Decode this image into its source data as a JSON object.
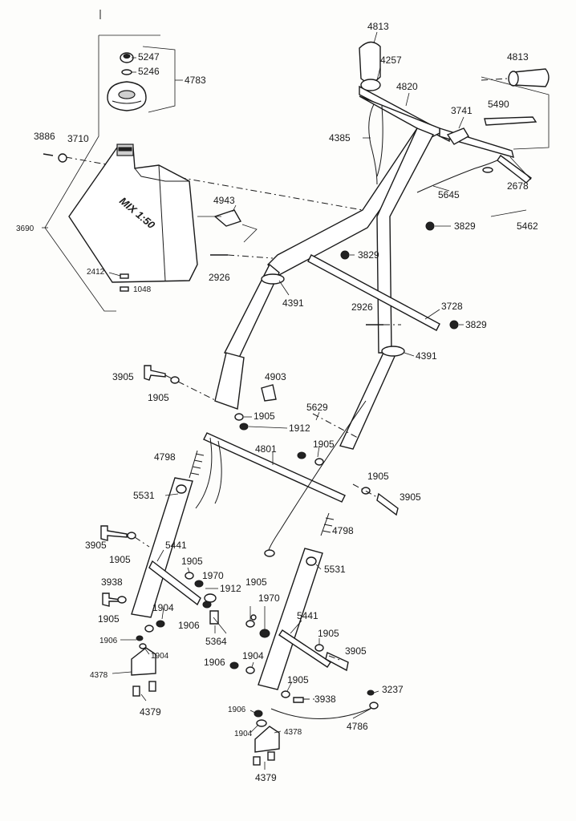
{
  "labels": {
    "l4813a": "4813",
    "l4813b": "4813",
    "l4257": "4257",
    "l4820": "4820",
    "l5247": "5247",
    "l5246": "5246",
    "l4783": "4783",
    "l3886": "3886",
    "l3710": "3710",
    "l3741": "3741",
    "l5490": "5490",
    "l4385": "4385",
    "l5645": "5645",
    "l2678": "2678",
    "l3690": "3690",
    "l4943": "4943",
    "l3829a": "3829",
    "l3829b": "3829",
    "l3829c": "3829",
    "l5462": "5462",
    "l2926a": "2926",
    "l2926b": "2926",
    "l2412": "2412",
    "l1048": "1048",
    "l4391a": "4391",
    "l4391b": "4391",
    "l3728": "3728",
    "l3905a": "3905",
    "l1905a": "1905",
    "l4903": "4903",
    "l5629": "5629",
    "l1905b": "1905",
    "l1912a": "1912",
    "l1905c": "1905",
    "l4798a": "4798",
    "l4801": "4801",
    "l1905d": "1905",
    "l3905b": "3905",
    "l5531a": "5531",
    "l4798b": "4798",
    "l3905c": "3905",
    "l1905e": "1905",
    "l5441a": "5441",
    "l1905f": "1905",
    "l1970a": "1970",
    "l5531b": "5531",
    "l3938a": "3938",
    "l1912b": "1912",
    "l1905g": "1905",
    "l1970b": "1970",
    "l1905h": "1905",
    "l1904a": "1904",
    "l1906a": "1906",
    "l5441b": "5441",
    "l5364": "5364",
    "l1905i": "1905",
    "l3905d": "3905",
    "l1906b": "1906",
    "l1904b": "1904",
    "l4378a": "4378",
    "l1906c": "1906",
    "l1904c": "1904",
    "l1905j": "1905",
    "l3938b": "3938",
    "l3237": "3237",
    "l4379a": "4379",
    "l1906d": "1906",
    "l1904d": "1904",
    "l4378b": "4378",
    "l4786": "4786",
    "l4379b": "4379"
  },
  "tank_marking": "MIX 1:50"
}
